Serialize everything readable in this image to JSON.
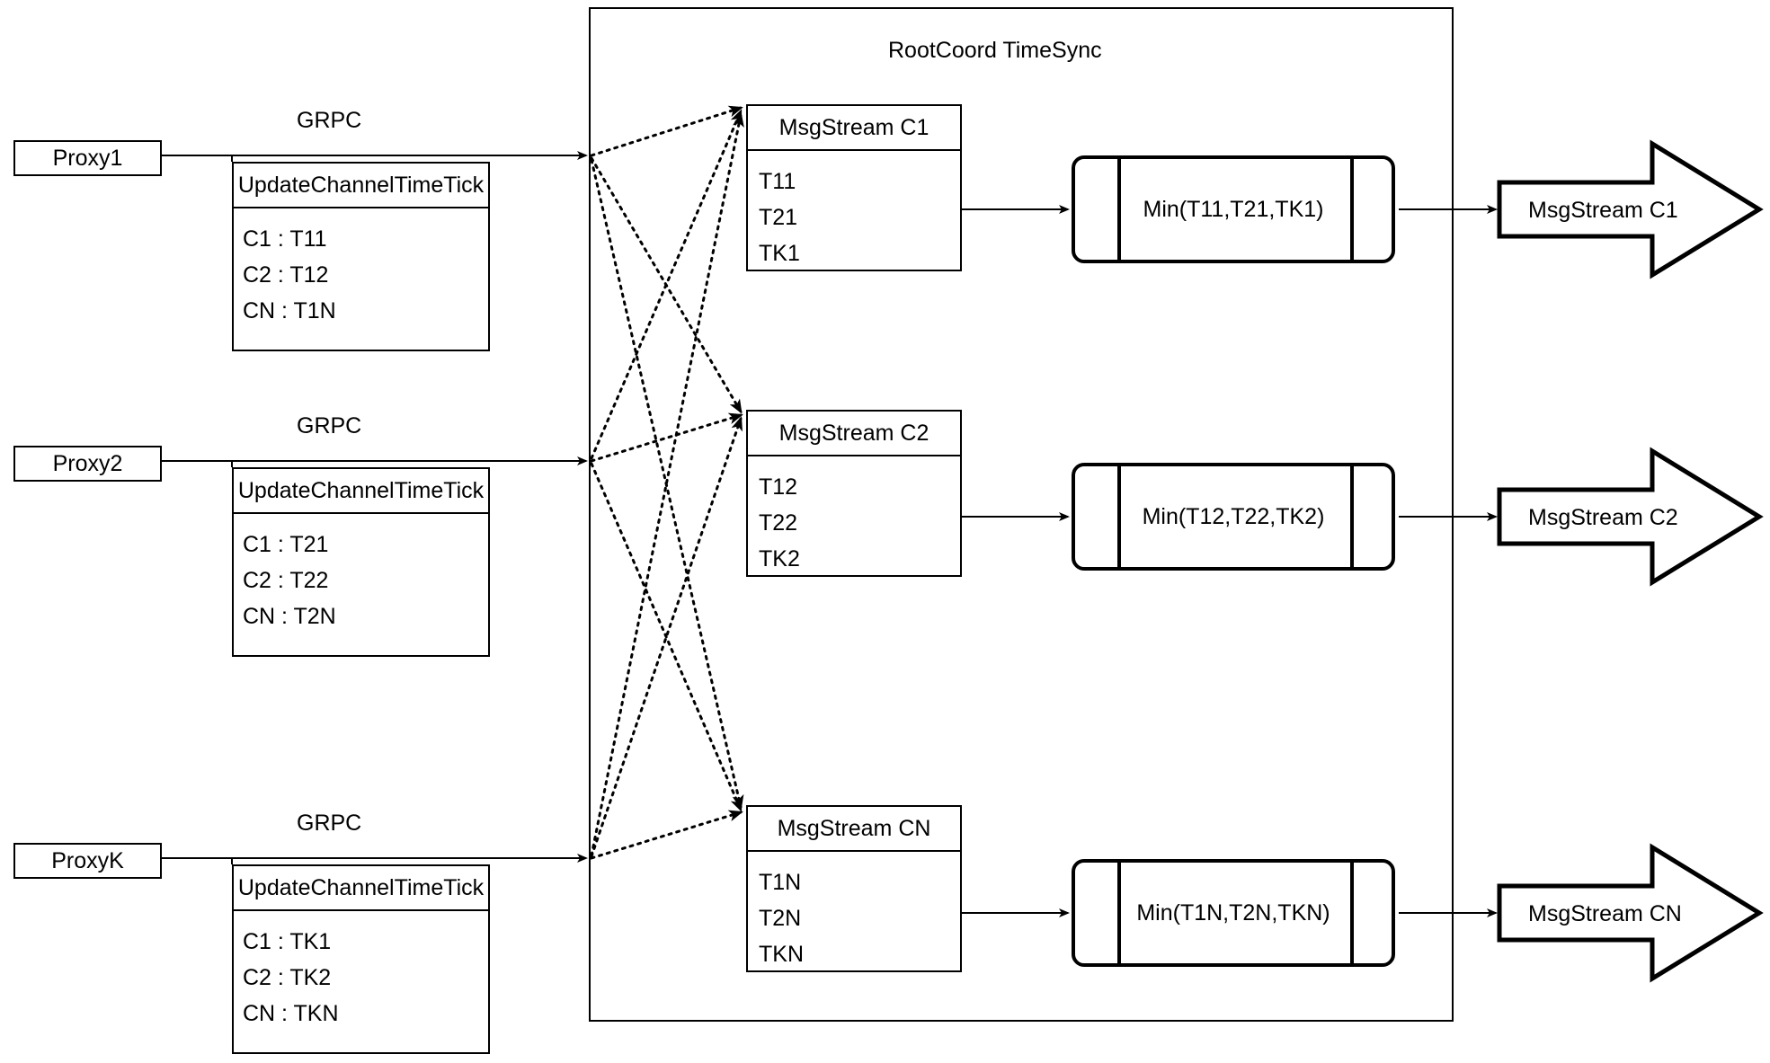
{
  "diagram": {
    "title": "RootCoord TimeSync",
    "protocol_label": "GRPC",
    "request_title": "UpdateChannelTimeTick"
  },
  "proxies": [
    {
      "name": "Proxy1",
      "protocol": "GRPC",
      "request_title": "UpdateChannelTimeTick",
      "entries": [
        "C1 :  T11",
        "C2 :  T12",
        "CN : T1N"
      ]
    },
    {
      "name": "Proxy2",
      "protocol": "GRPC",
      "request_title": "UpdateChannelTimeTick",
      "entries": [
        "C1 :  T21",
        "C2 :  T22",
        "CN : T2N"
      ]
    },
    {
      "name": "ProxyK",
      "protocol": "GRPC",
      "request_title": "UpdateChannelTimeTick",
      "entries": [
        "C1 :  TK1",
        "C2 :  TK2",
        "CN : TKN"
      ]
    }
  ],
  "channels": [
    {
      "stream_name": "MsgStream C1",
      "ticks": [
        "T11",
        "T21",
        "TK1"
      ],
      "min_label": "Min(T11,T21,TK1)",
      "output_name": "MsgStream C1"
    },
    {
      "stream_name": "MsgStream C2",
      "ticks": [
        "T12",
        "T22",
        "TK2"
      ],
      "min_label": "Min(T12,T22,TK2)",
      "output_name": "MsgStream C2"
    },
    {
      "stream_name": "MsgStream CN",
      "ticks": [
        "T1N",
        "T2N",
        "TKN"
      ],
      "min_label": "Min(T1N,T2N,TKN)",
      "output_name": "MsgStream CN"
    }
  ],
  "colors": {
    "stroke": "#000000",
    "background": "#ffffff"
  }
}
